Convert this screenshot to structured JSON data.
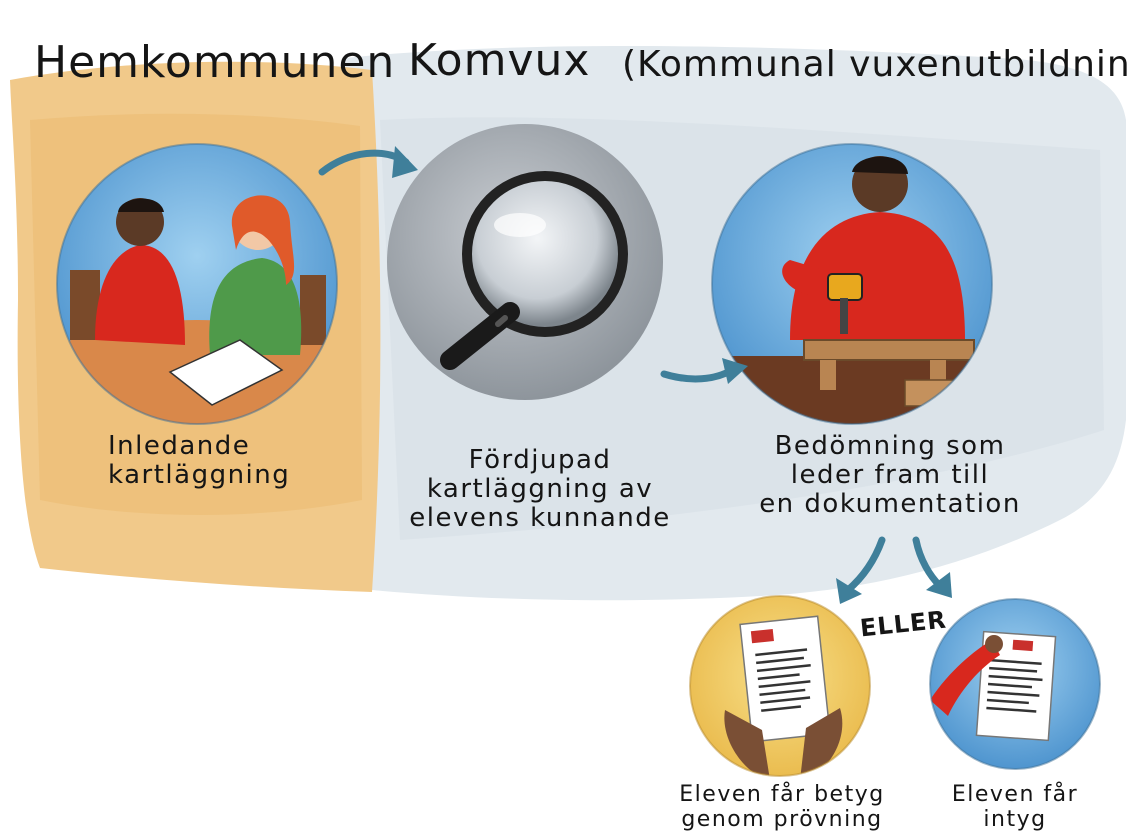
{
  "headings": {
    "hemkommunen": "Hemkommunen",
    "komvux": "Komvux",
    "komvux_full": "(Kommunal vuxenutbildning)"
  },
  "steps": [
    {
      "icon": "meeting-illustration-icon",
      "lines": [
        "Inledande",
        "kartläggning"
      ]
    },
    {
      "icon": "magnifying-glass-icon",
      "lines": [
        "Fördjupad",
        "kartläggning av",
        "elevens kunnande"
      ]
    },
    {
      "icon": "drilling-worker-icon",
      "lines": [
        "Bedömning som",
        "leder fram till",
        "en dokumentation"
      ]
    }
  ],
  "or_label": "ELLER",
  "outcomes": [
    {
      "icon": "grade-document-icon",
      "lines": [
        "Eleven får betyg",
        "genom prövning"
      ]
    },
    {
      "icon": "certificate-document-icon",
      "lines": [
        "Eleven får",
        "intyg"
      ]
    }
  ],
  "colors": {
    "hemkommunen_wash": "#f1c98a",
    "komvux_wash": "#e2e9ee",
    "sky_blue": "#5a9fd4",
    "shirt_red": "#d8281e",
    "arrow_blue": "#3f7f9a",
    "paper_yellow": "#f3d36a"
  }
}
